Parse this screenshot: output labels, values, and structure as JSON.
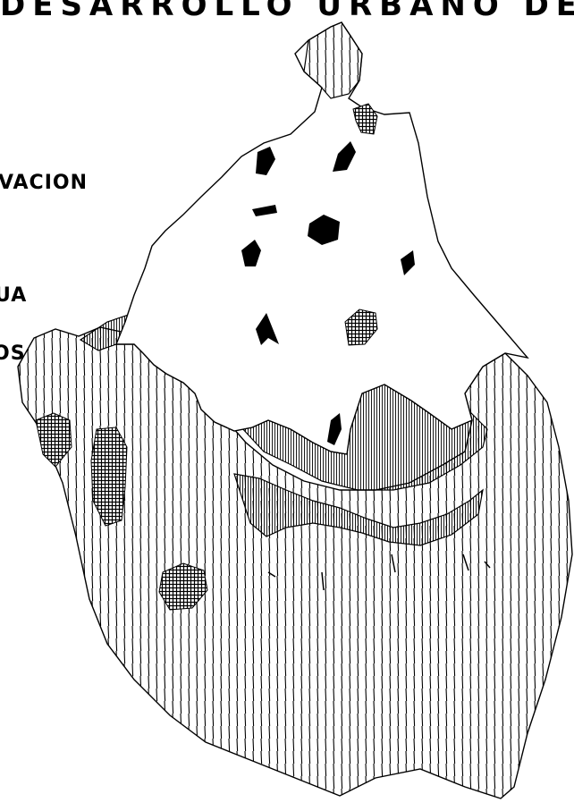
{
  "map": {
    "title": "DESARROLLO URBANO DEL D.F.",
    "legend": [
      {
        "text": "VACION"
      },
      {
        "text": "UA"
      },
      {
        "text": "OS"
      }
    ],
    "colors": {
      "ink": "#000000",
      "paper": "#ffffff"
    }
  }
}
